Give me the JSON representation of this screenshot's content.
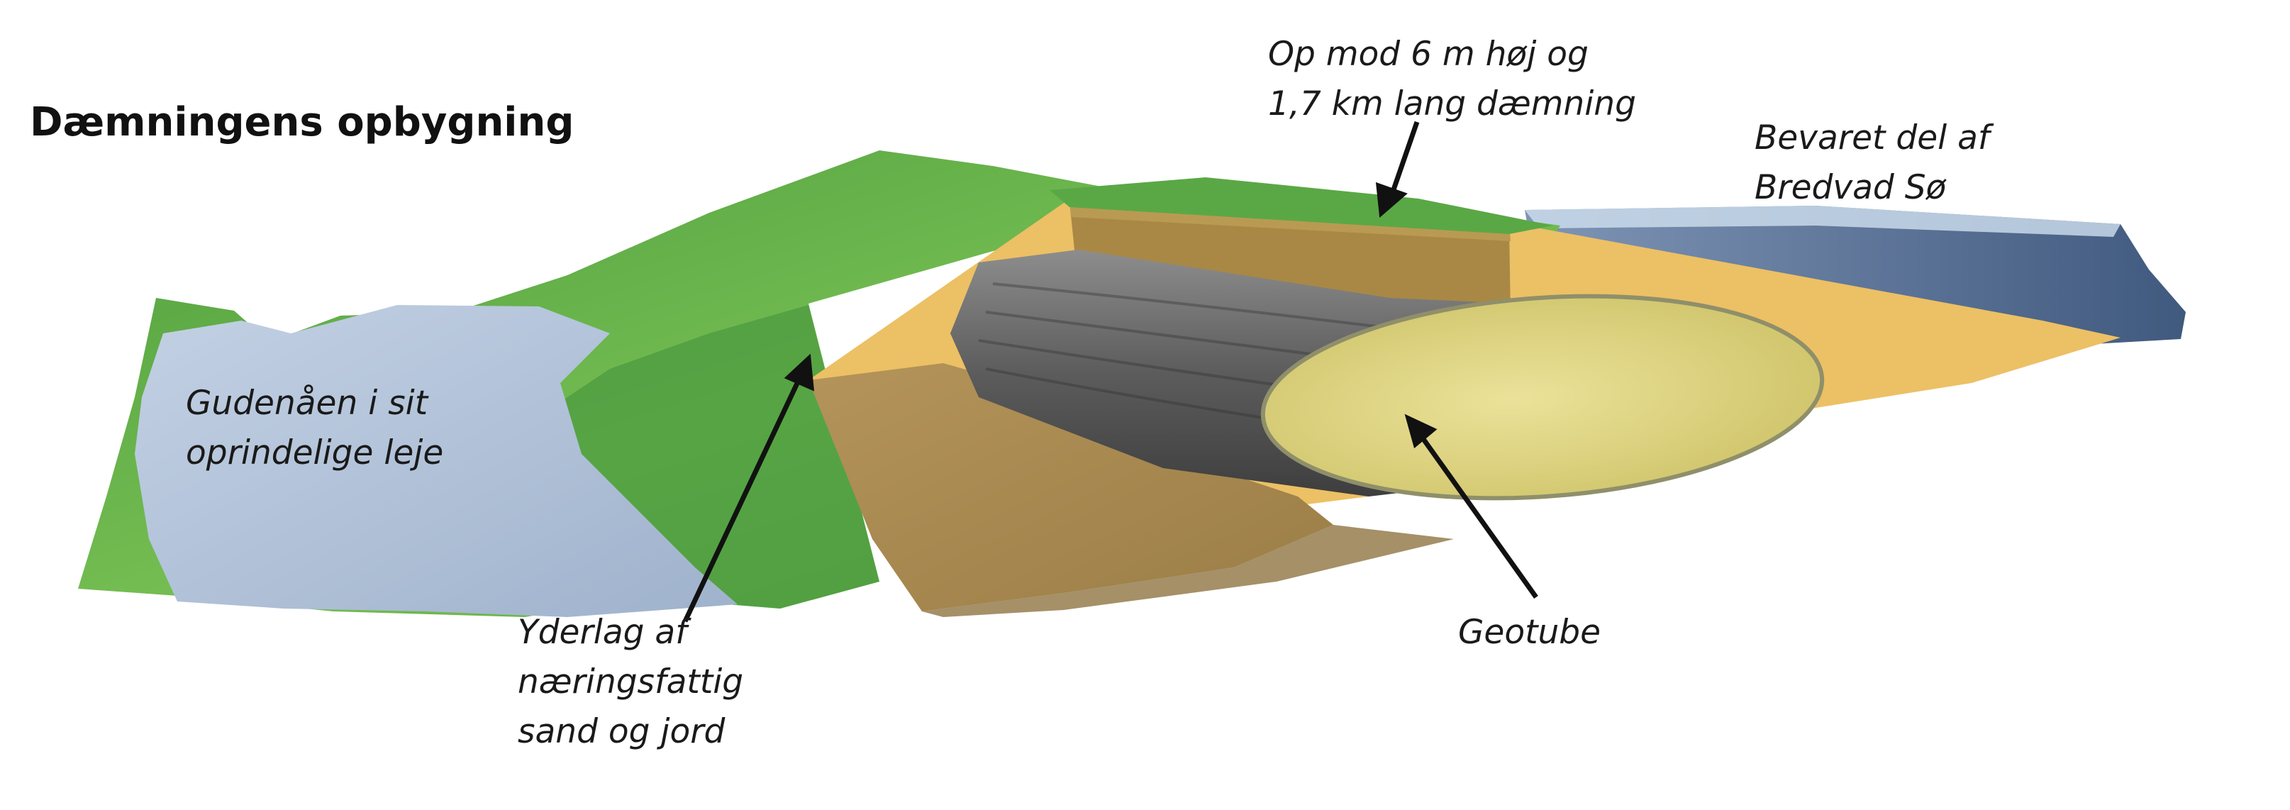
{
  "title": "Dæmningens opbygning",
  "labels": {
    "dam": [
      "Op mod 6 m høj og",
      "1,7 km lang dæmning"
    ],
    "lake": [
      "Bevaret del af",
      "Bredvad Sø"
    ],
    "river": [
      "Gudenåen i sit",
      "oprindelige leje"
    ],
    "outer_layer": [
      "Yderlag af",
      "næringsfattig",
      "sand og jord"
    ],
    "geotube": [
      "Geotube"
    ]
  },
  "colors": {
    "grass": "#6ab04c",
    "grass_dark": "#3f8f3a",
    "river": "#aebfd6",
    "sand": "#ecc065",
    "soil": "#a88a52",
    "geotube_dark": "#6b6b6b",
    "geotube_fill": "#e2d887",
    "lake": "#5a7196",
    "arrow": "#111111"
  }
}
